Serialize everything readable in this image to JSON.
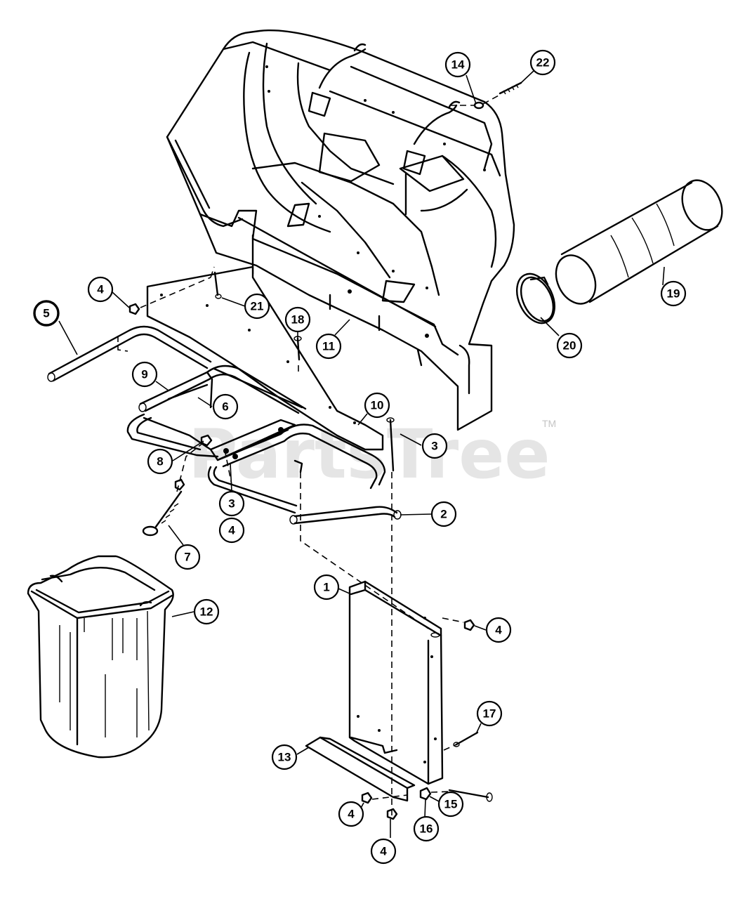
{
  "watermark": {
    "text": "PartsTree",
    "tm": "TM"
  },
  "callouts": [
    {
      "label": "14"
    },
    {
      "label": "22"
    },
    {
      "label": "19"
    },
    {
      "label": "20"
    },
    {
      "label": "4"
    },
    {
      "label": "21"
    },
    {
      "label": "5"
    },
    {
      "label": "18"
    },
    {
      "label": "11"
    },
    {
      "label": "9"
    },
    {
      "label": "6"
    },
    {
      "label": "10"
    },
    {
      "label": "3"
    },
    {
      "label": "8"
    },
    {
      "label": "3"
    },
    {
      "label": "4"
    },
    {
      "label": "2"
    },
    {
      "label": "7"
    },
    {
      "label": "1"
    },
    {
      "label": "4"
    },
    {
      "label": "12"
    },
    {
      "label": "17"
    },
    {
      "label": "13"
    },
    {
      "label": "15"
    },
    {
      "label": "4"
    },
    {
      "label": "16"
    },
    {
      "label": "4"
    }
  ]
}
